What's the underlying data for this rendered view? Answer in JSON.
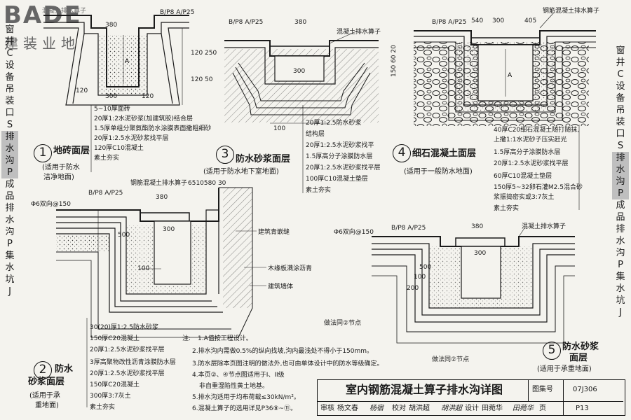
{
  "logo": {
    "latin": "BADE",
    "cn": "建装业地",
    "top_note": "混凝土排水算子"
  },
  "side_left": [
    "窗",
    "井",
    "C",
    "设",
    "备",
    "吊",
    "装",
    "口",
    "S",
    "排",
    "水",
    "沟",
    "P",
    "成",
    "品",
    "排",
    "水",
    "沟",
    "P",
    "集",
    "水",
    "坑",
    "J"
  ],
  "side_right": [
    "窗",
    "井",
    "C",
    "设",
    "备",
    "吊",
    "装",
    "口",
    "S",
    "排",
    "水",
    "沟",
    "P",
    "成",
    "品",
    "排",
    "水",
    "沟",
    "P",
    "集",
    "水",
    "坑",
    "J"
  ],
  "badges": {
    "b": "B",
    "p8": "P8",
    "a": "A",
    "p25": "P25"
  },
  "dims": {
    "d120": "120",
    "d300": "300",
    "d380": "380",
    "d500": "500",
    "d100": "100",
    "d200": "200",
    "d5": "5",
    "d150": "150",
    "d50": "50",
    "d30": "30",
    "d540": "540",
    "d405": "405",
    "d20": "20",
    "d1506020": "150 60 20",
    "d6510": "6510580 30",
    "d120_250": "120 250",
    "d120_50": "120 50",
    "rebar": "Φ6双向@150"
  },
  "detail1": {
    "num": "1",
    "title": "地砖面层",
    "sub1": "(适用于防水",
    "sub2": "洁净地面)",
    "layers": [
      "5~10厚面砖",
      "20厚1:2水泥砂浆(加建筑胶)结合层",
      "1.5厚单组分聚氨酯防水涂膜表面撒粗细砂",
      "20厚1:2.5水泥砂浆找平层",
      "120厚C10混凝土",
      "素土夯实"
    ]
  },
  "detail3": {
    "num": "3",
    "title": "防水砂浆面层",
    "sub": "(适用于防水地下室地面)",
    "grate": "混凝土排水算子",
    "layers": [
      "20厚1:2.5防水砂浆",
      "结构层",
      "20厚1:2.5水泥砂浆找平",
      "1.5厚高分子涂膜防水层",
      "20厚1:2.5水泥砂浆找平层",
      "100厚C10混凝土垫层",
      "素土夯实"
    ]
  },
  "detail4": {
    "num": "4",
    "title": "细石混凝土面层",
    "sub": "(适用于一般防水地面)",
    "grate": "钢筋混凝土排水算子",
    "layers": [
      "40厚C20细石混凝土随打随抹,",
      "上撒1:1水泥砂子压实赶光",
      "1.5厚高分子涂膜防水层",
      "20厚1:2.5水泥砂浆找平层",
      "60厚C10混凝土垫层",
      "150厚5~32卵石灌M2.5混合砂",
      "浆振捣密实或3:7灰土",
      "素土夯实"
    ]
  },
  "detail2": {
    "num": "2",
    "title1": "防水",
    "title2": "砂浆面层",
    "sub1": "(适用于承",
    "sub2": "重地面)",
    "grate": "钢筋混凝土排水算子",
    "wall_labels": [
      "建筑青嵌缝",
      "木缘板满涂沥青",
      "建筑墙体"
    ],
    "layers": [
      "30(20)厚1:2.5防水砂浆",
      "150厚C20混凝土",
      "20厚1:2.5水泥砂浆找平层",
      "3厚高聚物改性沥青涂膜防水层",
      "20厚1:2.5水泥砂浆找平层",
      "150厚C20混凝土",
      "300厚3:7灰土",
      "素土夯实"
    ]
  },
  "detail5": {
    "num": "5",
    "title1": "防水砂浆",
    "title2": "面层",
    "sub": "(适用于承重地面)",
    "grate": "混凝土排水算子",
    "ref1": "做法同②节点",
    "ref2": "做法同②节点"
  },
  "notes": {
    "head": "注:",
    "items": [
      "1.A值按工程设计。",
      "2.排水沟内需做0.5%的纵向找坡,沟内最浅处不得小于150mm。",
      "3.防水层除本页图注明的做法外,也可由单体设计中的防水等级确定。",
      "4.本页②、④节点图适用于I、II级",
      "非自重湿陷性黄土地基。",
      "5.排水沟适用于均布荷载≤30kN/m²。",
      "6.混凝土算子的选用详见P36⑧~⑪。"
    ]
  },
  "titleblock": {
    "title": "室内钢筋混凝土算子排水沟详图",
    "atlas_label": "图集号",
    "atlas_no": "07J306",
    "review": "审核",
    "reviewer": "杨文春",
    "reviewer_sig": "杨宿",
    "check": "校对",
    "checker": "胡洪超",
    "checker_sig": "胡洪超",
    "design": "设计",
    "designer": "田菀华",
    "designer_sig": "田菀华",
    "page_label": "页",
    "page_no": "P13"
  },
  "colors": {
    "line": "#1a1a1a",
    "bg": "#f4f3ee",
    "highlight": "#bfbfbf",
    "logo": "#666666"
  }
}
